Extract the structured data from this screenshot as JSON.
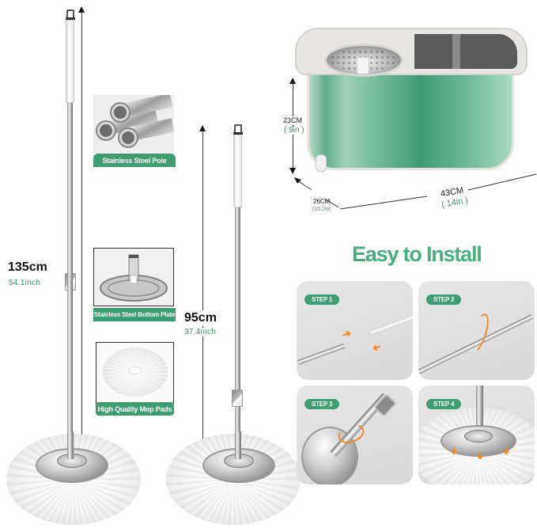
{
  "long_mop": {
    "height_cm": "135cm",
    "height_in": "54.1inch"
  },
  "short_mop": {
    "height_cm": "95cm",
    "height_in": "37.4inch"
  },
  "features": [
    {
      "label": "Stainless Steel Pole",
      "icon": "steel-tubes-image"
    },
    {
      "label": "Stainless Steel Bottom Plate",
      "icon": "bottom-plate-image"
    },
    {
      "label": "High Quality Mop Pads",
      "icon": "mop-pad-image"
    }
  ],
  "bucket": {
    "height_cm": "23CM",
    "height_in": "( 9in )",
    "depth_cm": "26CM",
    "depth_in": "(10.2in)",
    "width_cm": "43CM",
    "width_in": "( 14in )"
  },
  "install": {
    "title": "Easy to Install",
    "steps": [
      {
        "label": "STEP 1",
        "description_icon": "insert-pole-arrows"
      },
      {
        "label": "STEP 2",
        "description_icon": "twist-rotate-arrows"
      },
      {
        "label": "STEP 3",
        "description_icon": "attach-plate-rotate"
      },
      {
        "label": "STEP 4",
        "description_icon": "press-down-arrows"
      }
    ]
  },
  "colors": {
    "accent_green": "#3f9d72",
    "title_green": "#4bae7f",
    "arrow_orange": "#f08a2a",
    "bucket_green": "#5fae8a"
  }
}
